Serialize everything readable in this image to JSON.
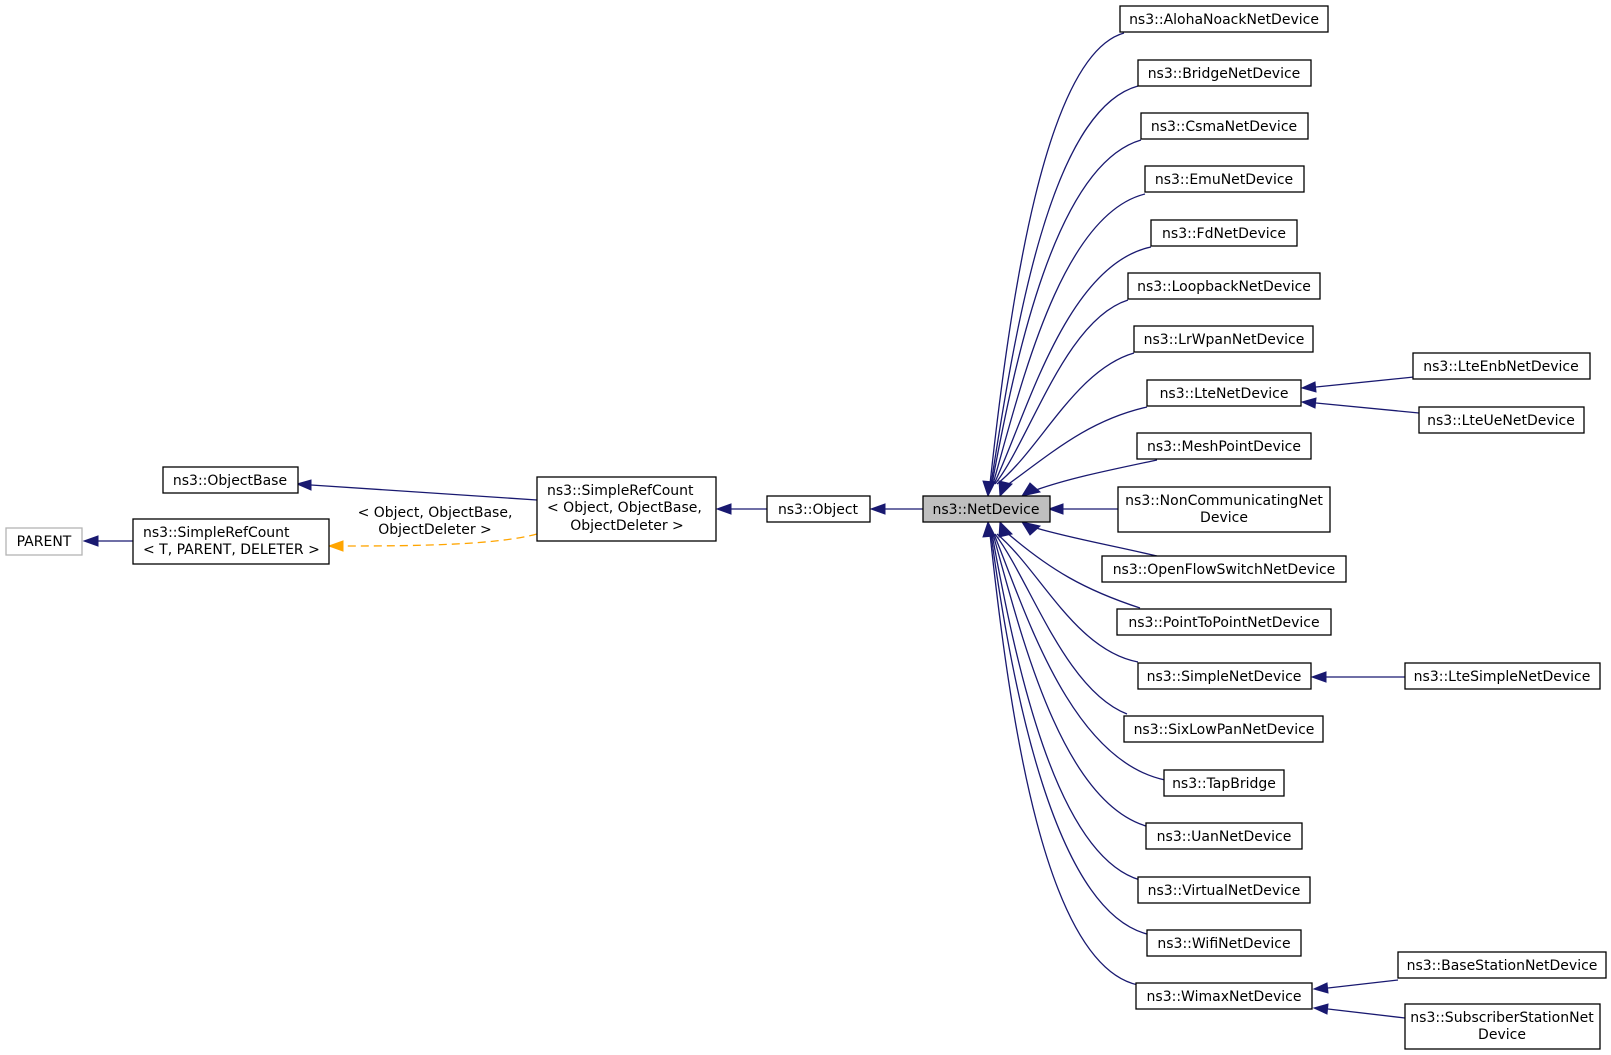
{
  "nodes": {
    "parent": "PARENT",
    "object_base": "ns3::ObjectBase",
    "simple_ref_count_t": [
      "ns3::SimpleRefCount",
      "< T, PARENT, DELETER >"
    ],
    "simple_ref_count_obj": [
      "ns3::SimpleRefCount",
      "< Object, ObjectBase,",
      "ObjectDeleter >"
    ],
    "object": "ns3::Object",
    "net_device": "ns3::NetDevice",
    "aloha": "ns3::AlohaNoackNetDevice",
    "bridge": "ns3::BridgeNetDevice",
    "csma": "ns3::CsmaNetDevice",
    "emu": "ns3::EmuNetDevice",
    "fd": "ns3::FdNetDevice",
    "loopback": "ns3::LoopbackNetDevice",
    "lrwpan": "ns3::LrWpanNetDevice",
    "lte": "ns3::LteNetDevice",
    "mesh_point": "ns3::MeshPointDevice",
    "non_communicating": [
      "ns3::NonCommunicatingNet",
      "Device"
    ],
    "openflow": "ns3::OpenFlowSwitchNetDevice",
    "point_to_point": "ns3::PointToPointNetDevice",
    "simple": "ns3::SimpleNetDevice",
    "sixlowpan": "ns3::SixLowPanNetDevice",
    "tap_bridge": "ns3::TapBridge",
    "uan": "ns3::UanNetDevice",
    "virtual": "ns3::VirtualNetDevice",
    "wifi": "ns3::WifiNetDevice",
    "wimax": "ns3::WimaxNetDevice",
    "lte_enb": "ns3::LteEnbNetDevice",
    "lte_ue": "ns3::LteUeNetDevice",
    "lte_simple": "ns3::LteSimpleNetDevice",
    "base_station": "ns3::BaseStationNetDevice",
    "subscriber_station": [
      "ns3::SubscriberStationNet",
      "Device"
    ]
  },
  "edge_labels": {
    "template_args": [
      "< Object, ObjectBase,",
      "ObjectDeleter >"
    ]
  },
  "colors": {
    "inheritance_edge": "#191970",
    "template_edge": "#ffa500",
    "focus_fill": "#bfbfbf"
  }
}
